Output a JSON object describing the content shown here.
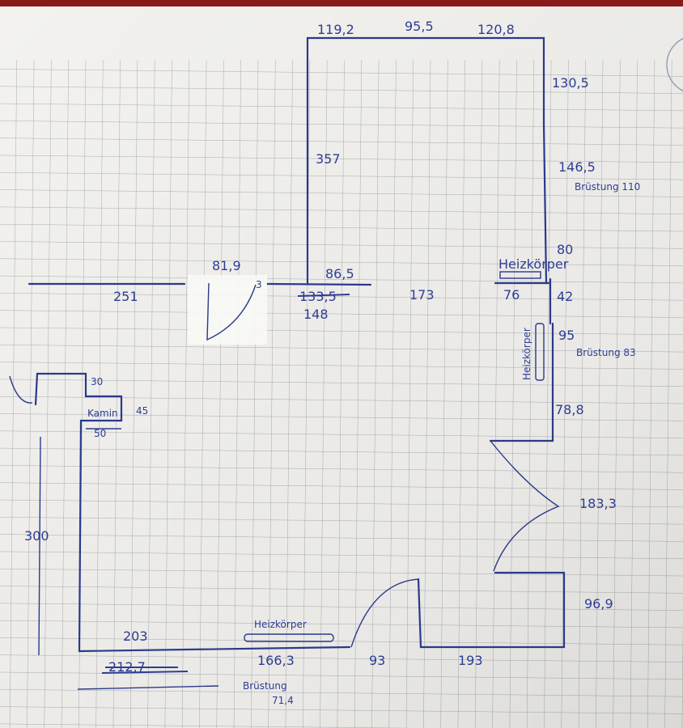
{
  "plan": {
    "top_left_seg": "119,2",
    "top_mid_seg": "95,5",
    "top_right_seg": "120,8",
    "right_1": "130,5",
    "inner_wall": "357",
    "right_2": "146,5",
    "sill_1": "Brüstung 110",
    "right_3": "80",
    "radiator_1": "Heizkörper",
    "door_width_1": "81,9",
    "mid_seg_1": "86,5",
    "small_3": "3",
    "left_wall": "251",
    "struck_1": "133,5",
    "mid_seg_2": "148",
    "mid_seg_3": "173",
    "right_notch": "76",
    "right_4": "42",
    "right_5": "95",
    "radiator_2": "Heizkörper",
    "sill_2": "Brüstung 83",
    "chimney_top": "30",
    "chimney": "Kamin",
    "chimney_depth": "45",
    "chimney_width": "50",
    "right_6": "78,8",
    "door_width_2": "183,3",
    "left_height": "300",
    "right_7": "96,9",
    "bottom_1": "203",
    "radiator_3": "Heizkörper",
    "bottom_2": "166,3",
    "bottom_3": "93",
    "bottom_4": "193",
    "struck_2": "212,7",
    "sill_3": "Brüstung",
    "sill_3_value": "71,4"
  },
  "colors": {
    "ink": "#2d3d94",
    "paper": "#f3f2ef",
    "grid": "#a9acb2",
    "table": "#8a1a1a"
  }
}
